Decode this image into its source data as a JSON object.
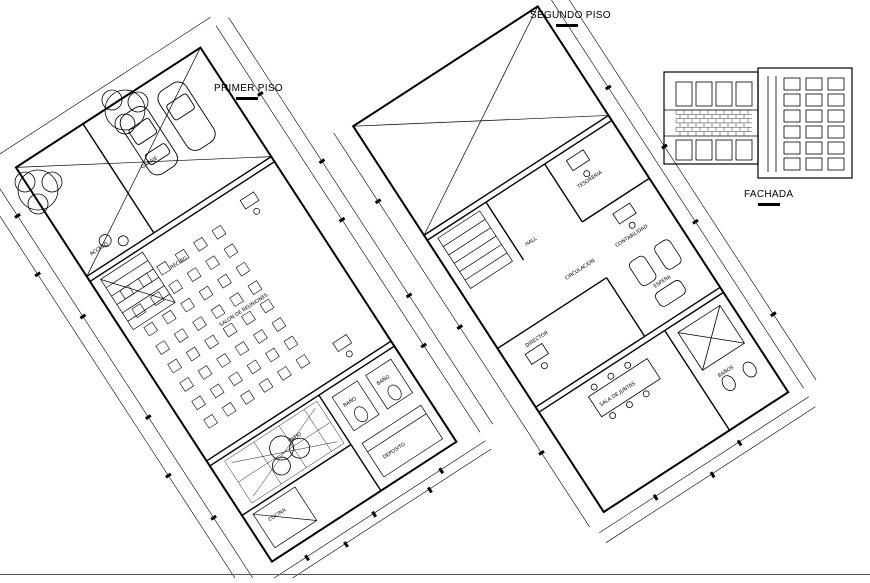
{
  "drawing": {
    "titles": {
      "primer_piso": "PRIMER PISO",
      "segundo_piso": "SEGUNDO PISO",
      "fachada": "FACHADA"
    },
    "primer_piso_rooms": {
      "garaje": "GARAJE",
      "acceso": "ACCESO",
      "recibo": "RECIBO",
      "salon": "SALON DE REUNIONES",
      "patio": "PATIO",
      "cocina": "COCINA",
      "deposito": "DEPOSITO",
      "bano_1": "BAÑO",
      "bano_2": "BAÑO"
    },
    "segundo_piso_rooms": {
      "tesoreria": "TESORERIA",
      "hall": "HALL",
      "contabilidad": "CONTABILIDAD",
      "circulacion": "CIRCULACION",
      "director": "DIRECTOR",
      "espera": "ESPERA",
      "sala_juntas": "SALA DE JUNTAS",
      "bano": "BAÑOS"
    },
    "line_color": "#000000",
    "background": "#ffffff"
  }
}
